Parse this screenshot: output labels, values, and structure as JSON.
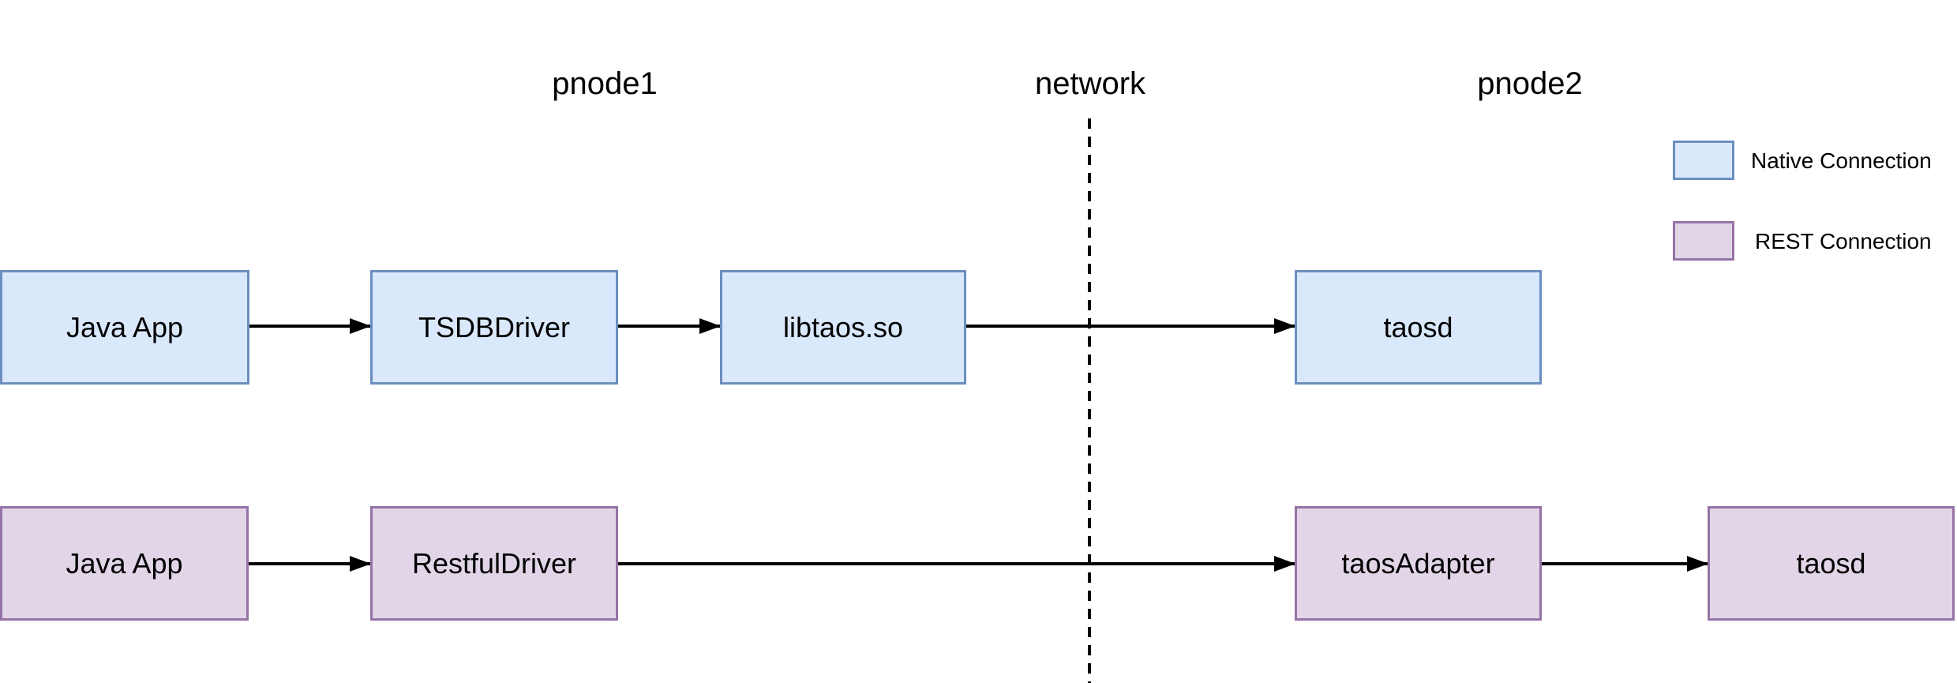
{
  "diagram": {
    "background": "#ffffff",
    "region_labels": [
      {
        "id": "pnode1",
        "label": "pnode1"
      },
      {
        "id": "network",
        "label": "network"
      },
      {
        "id": "pnode2",
        "label": "pnode2"
      }
    ],
    "rows": [
      {
        "name": "native-connection-flow",
        "nodes": [
          {
            "label": "Java App"
          },
          {
            "label": "TSDBDriver"
          },
          {
            "label": "libtaos.so"
          },
          {
            "label": "taosd"
          }
        ]
      },
      {
        "name": "rest-connection-flow",
        "nodes": [
          {
            "label": "Java App"
          },
          {
            "label": "RestfulDriver"
          },
          {
            "label": "taosAdapter"
          },
          {
            "label": "taosd"
          }
        ]
      }
    ],
    "edges": [
      {
        "row": "native",
        "from": "Java App",
        "to": "TSDBDriver"
      },
      {
        "row": "native",
        "from": "TSDBDriver",
        "to": "libtaos.so"
      },
      {
        "row": "native",
        "from": "libtaos.so",
        "to": "taosd",
        "crosses": "network"
      },
      {
        "row": "rest",
        "from": "Java App",
        "to": "RestfulDriver"
      },
      {
        "row": "rest",
        "from": "RestfulDriver",
        "to": "taosAdapter",
        "crosses": "network"
      },
      {
        "row": "rest",
        "from": "taosAdapter",
        "to": "taosd"
      }
    ],
    "legend": [
      {
        "label": "Native Connection",
        "swatch_fill": "#dae8fc",
        "swatch_border": "#6c8ebf"
      },
      {
        "label": "REST Connection",
        "swatch_fill": "#e1d5e7",
        "swatch_border": "#9673a6"
      }
    ],
    "colors": {
      "native_fill": "#dae8fc",
      "native_border": "#6c8ebf",
      "rest_fill": "#e1d5e7",
      "rest_border": "#9673a6",
      "line": "#000000",
      "text": "#000000"
    }
  }
}
